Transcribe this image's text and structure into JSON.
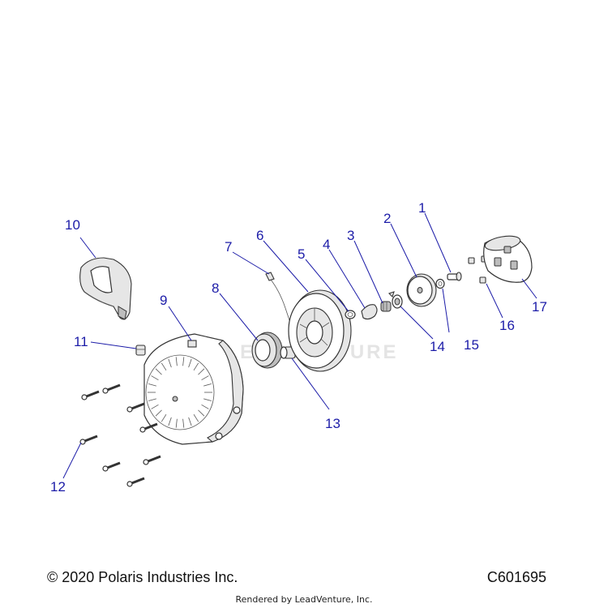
{
  "diagram": {
    "watermark": "LEADVENTURE",
    "callouts": [
      "1",
      "2",
      "3",
      "4",
      "5",
      "6",
      "7",
      "8",
      "9",
      "10",
      "11",
      "12",
      "13",
      "14",
      "15",
      "16",
      "17"
    ]
  },
  "footer": {
    "copyright": "© 2020 Polaris Industries Inc.",
    "code": "C601695",
    "rendered_by": "Rendered by LeadVenture, Inc."
  }
}
